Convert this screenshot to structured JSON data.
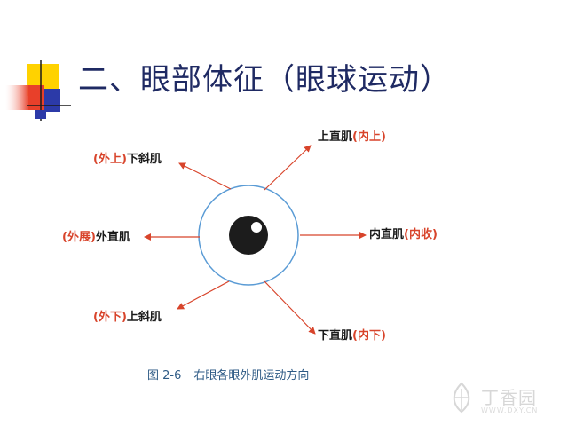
{
  "slide": {
    "title": "二、眼部体征（眼球运动）"
  },
  "figure": {
    "labels": {
      "superior_rectus": {
        "name": "上直肌",
        "direction": "(内上)"
      },
      "medial_rectus": {
        "name": "内直肌",
        "direction": "(内收)"
      },
      "inferior_rectus": {
        "name": "下直肌",
        "direction": "(内下)"
      },
      "inferior_oblique": {
        "name": "下斜肌",
        "direction": "(外上)"
      },
      "lateral_rectus": {
        "name": "外直肌",
        "direction": "(外展)"
      },
      "superior_oblique": {
        "name": "上斜肌",
        "direction": "(外下)"
      }
    },
    "caption": {
      "number": "图 2-6",
      "text": "右眼各眼外肌运动方向"
    }
  },
  "colors": {
    "title": "#1f2a63",
    "arrow": "#d8442b",
    "direction_text": "#d8442b",
    "eye_circle": "#5a9bd5",
    "caption": "#2d5a85",
    "deco_yellow": "#ffd200",
    "deco_red": "#e8402a",
    "deco_blue": "#2c3aa8"
  },
  "watermark": {
    "text": "丁香园",
    "url": "WWW.DXY.CN"
  }
}
